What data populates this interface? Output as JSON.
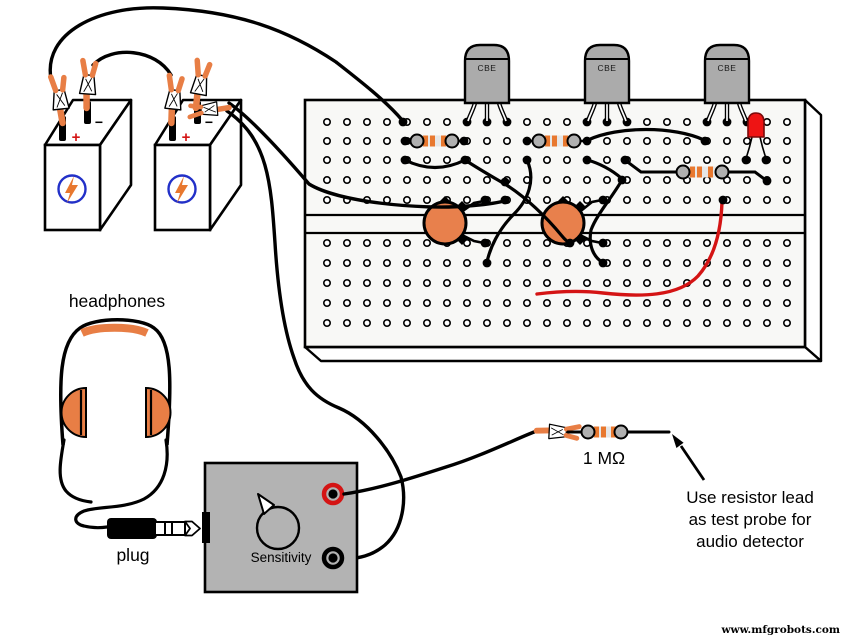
{
  "diagram": {
    "type": "circuit-illustration",
    "subject": "audio detector breadboard hookup",
    "labels": {
      "headphones": "headphones",
      "plug": "plug",
      "sensitivity": "Sensitivity",
      "probe_resistor_value": "1 MΩ",
      "annotation": [
        "Use resistor lead",
        "as test probe for",
        "audio detector"
      ],
      "transistor_pins": "CBE",
      "battery_positive": "+",
      "battery_negative": "−",
      "watermark": "www.mfgrobots.com"
    },
    "colors": {
      "accent_orange": "#E87E45",
      "capacitor_orange": "#E8804C",
      "signal_red": "#D41414",
      "led_red": "#EE1414",
      "battery_logo_blue": "#2230C8",
      "panel_gray": "#B3B3B3",
      "transistor_gray": "#ABABAB",
      "board_white": "#F8F8F6",
      "wire_black": "#000000"
    },
    "components": {
      "batteries": 2,
      "alligator-clips": 6,
      "breadboard": 1,
      "transistors": 3,
      "breadboard_resistors": 3,
      "capacitors": 2,
      "led": 1,
      "headphones": 1,
      "stereo_plug": 1,
      "sensitivity_box_jacks": 2,
      "probe_resistor": 1
    }
  }
}
